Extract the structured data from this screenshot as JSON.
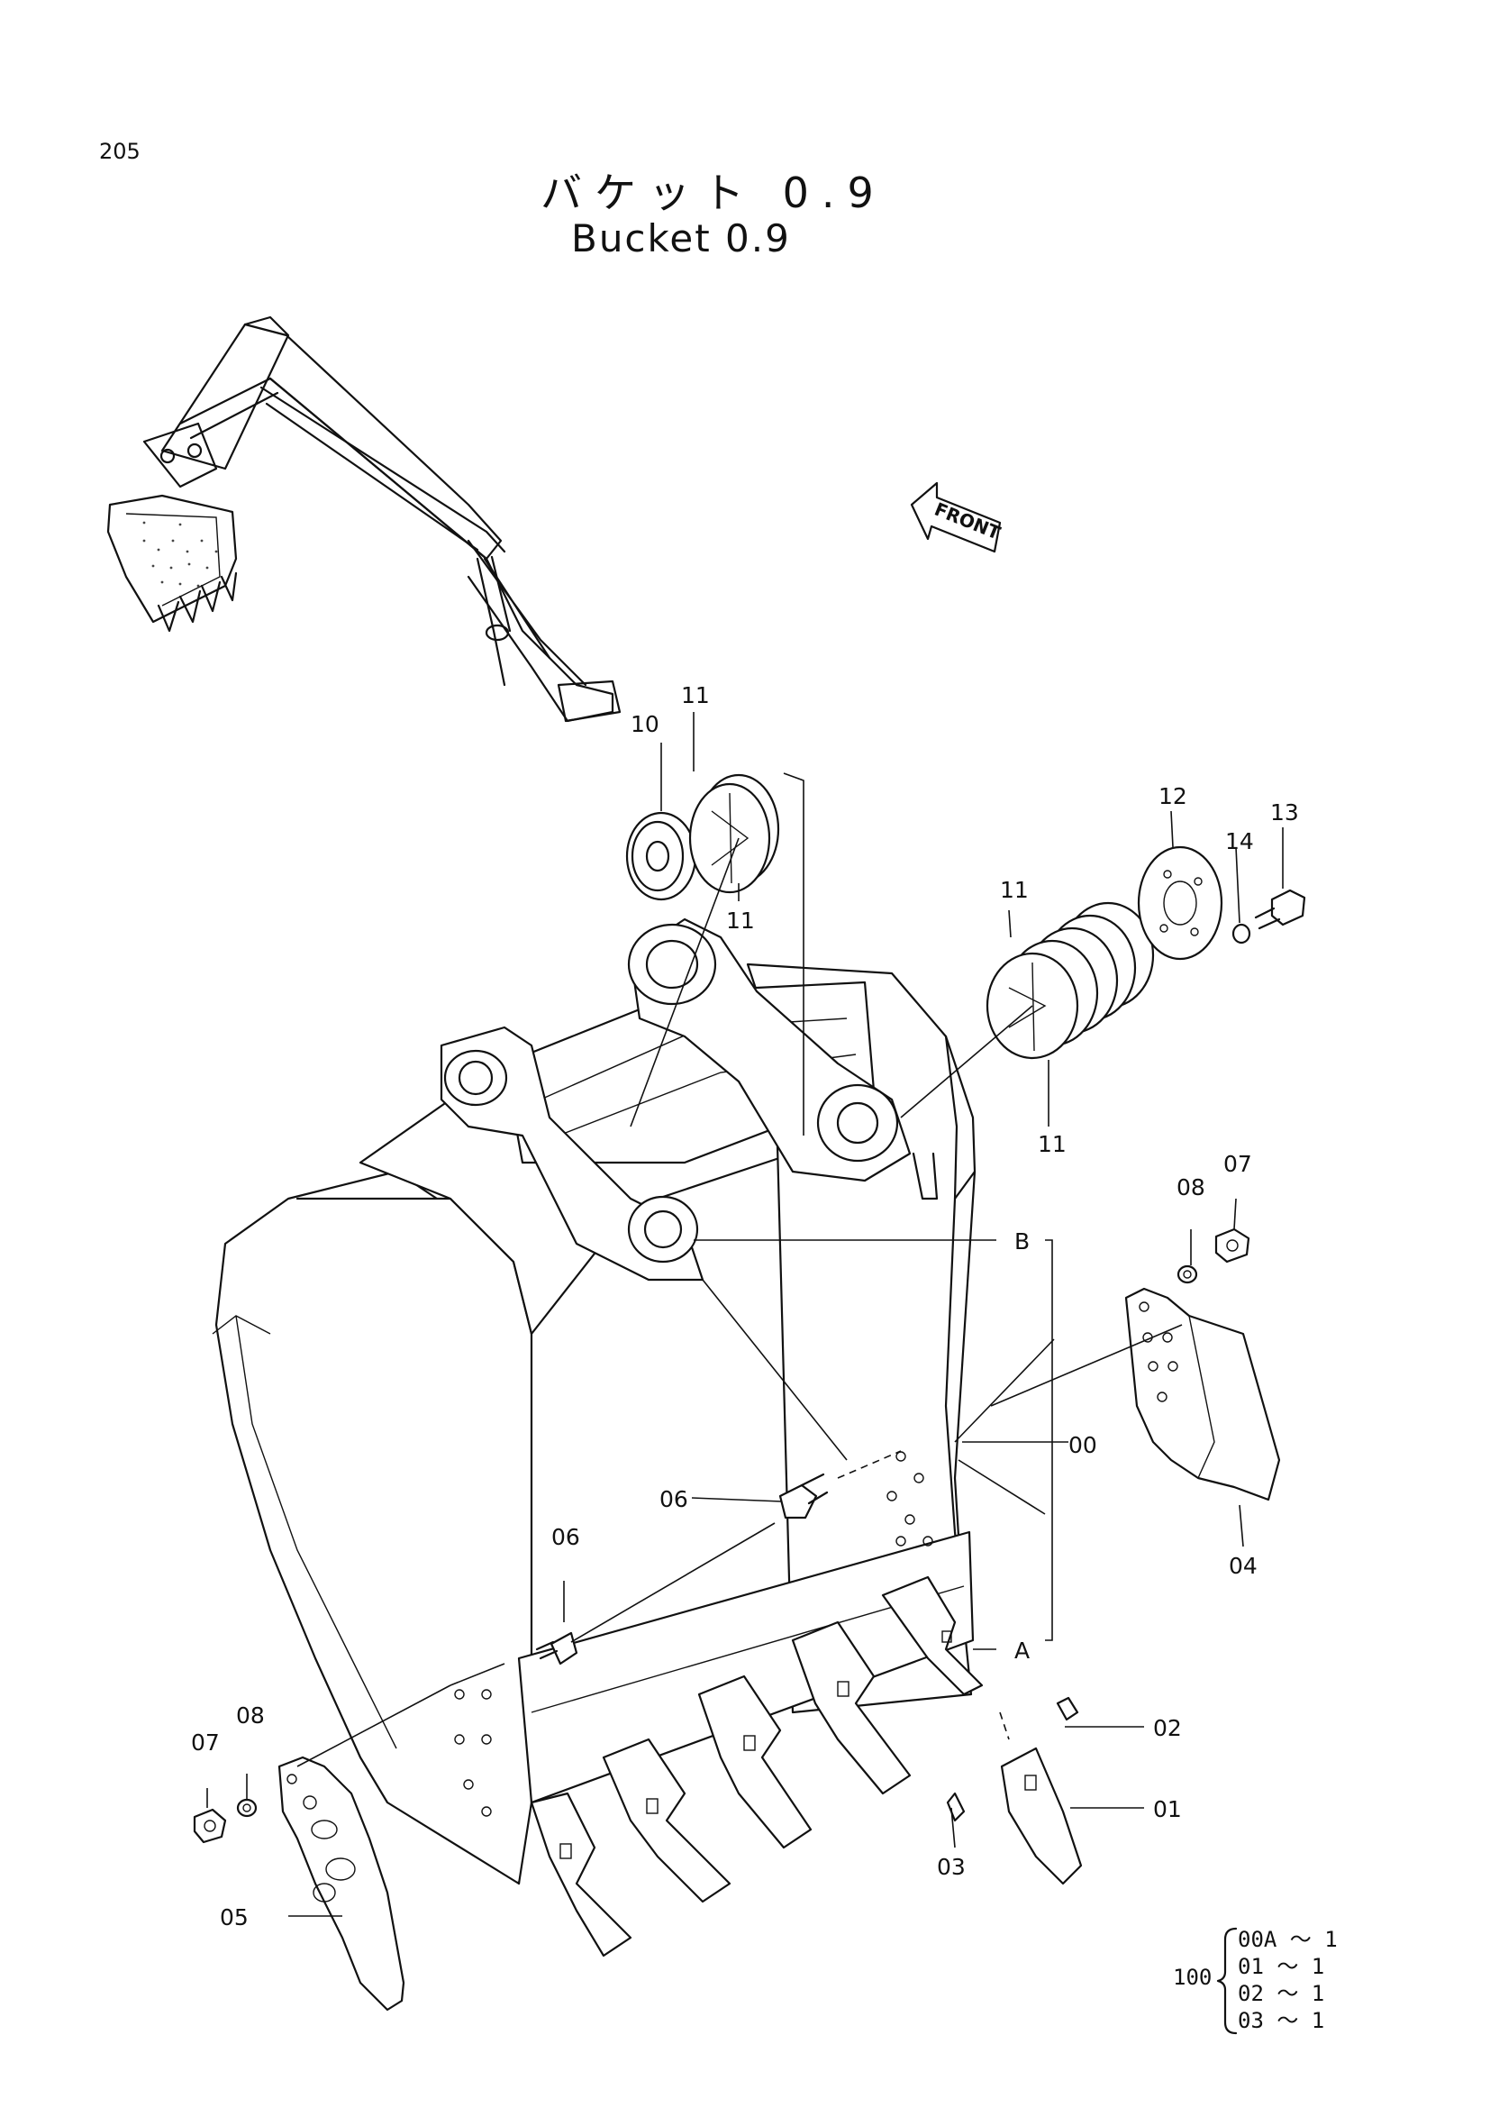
{
  "page_number": "205",
  "title_jp": "バケット 0.9",
  "title_en": "Bucket 0.9",
  "front_label": "FRONT",
  "callouts": {
    "p00": "00",
    "p01": "01",
    "p02": "02",
    "p03": "03",
    "p04": "04",
    "p05": "05",
    "p06a": "06",
    "p06b": "06",
    "p07a": "07",
    "p07b": "07",
    "p08a": "08",
    "p08b": "08",
    "p10": "10",
    "p11a": "11",
    "p11b": "11",
    "p11c": "11",
    "p11d": "11",
    "p12": "12",
    "p13": "13",
    "p14": "14",
    "ref_a": "A",
    "ref_b": "B"
  },
  "kit": {
    "assembly": "100",
    "lines": [
      "00A ～ 1",
      "01  ～ 1",
      "02  ～ 1",
      "03  ～ 1"
    ]
  }
}
